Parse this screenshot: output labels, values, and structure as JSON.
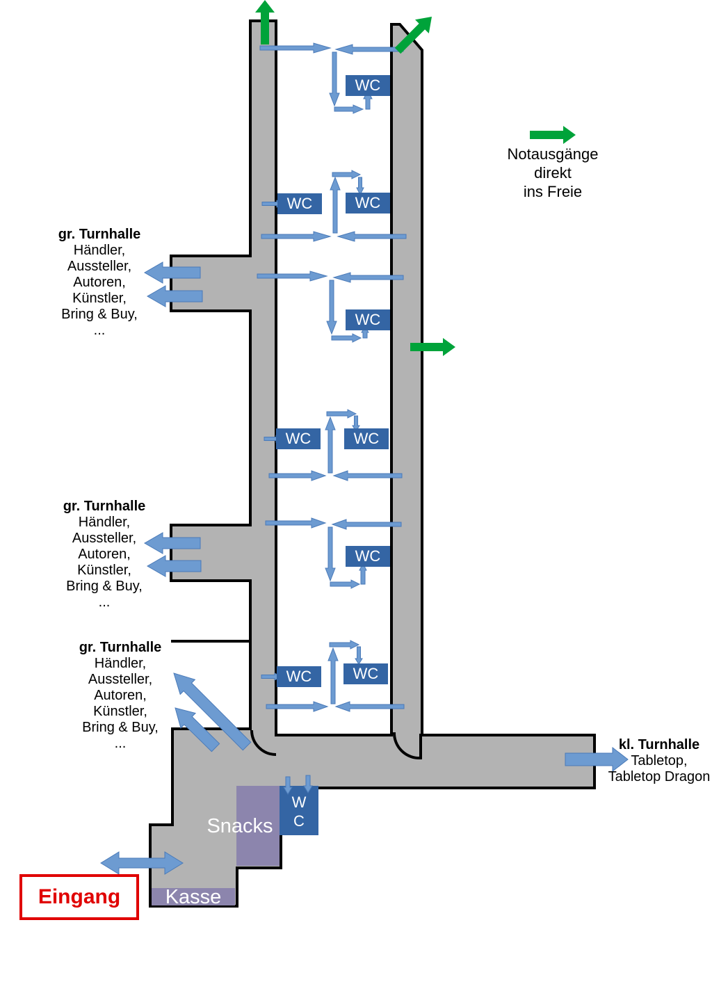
{
  "legend": {
    "icon": "green-exit-arrow",
    "lines": [
      "Notausgänge",
      "direkt",
      "ins Freie"
    ]
  },
  "halls": [
    {
      "title": "gr. Turnhalle",
      "lines": [
        "Händler,",
        "Aussteller,",
        "Autoren,",
        "Künstler,",
        "Bring & Buy,",
        "..."
      ]
    },
    {
      "title": "gr. Turnhalle",
      "lines": [
        "Händler,",
        "Aussteller,",
        "Autoren,",
        "Künstler,",
        "Bring & Buy,",
        "..."
      ]
    },
    {
      "title": "gr. Turnhalle",
      "lines": [
        "Händler,",
        "Aussteller,",
        "Autoren,",
        "Künstler,",
        "Bring & Buy,",
        "..."
      ]
    }
  ],
  "small_hall": {
    "title": "kl. Turnhalle",
    "lines": [
      "Tabletop,",
      "Tabletop Dragon"
    ]
  },
  "wc_label": "WC",
  "wc_small": [
    "W",
    "C"
  ],
  "snacks": "Snacks",
  "kasse": "Kasse",
  "eingang": "Eingang",
  "colors": {
    "floor": "#b3b3b3",
    "wall": "#000000",
    "wc": "#3465a4",
    "arrow": "#6d9bd1",
    "exit": "#00a33a",
    "counter": "#8c85ad",
    "entrance": "#e00000"
  }
}
